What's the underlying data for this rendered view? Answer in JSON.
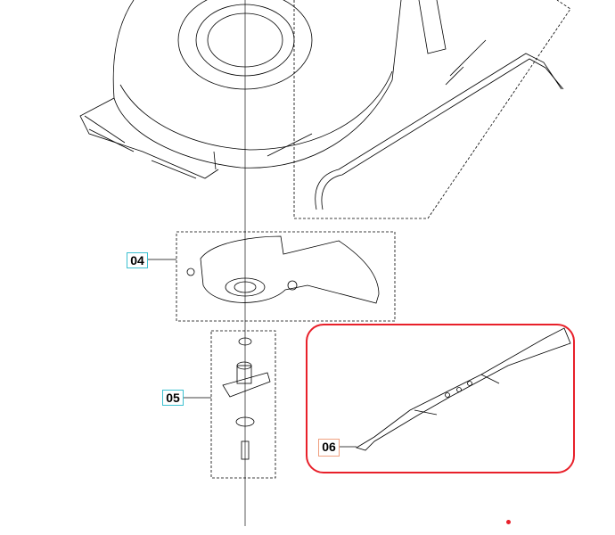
{
  "diagram": {
    "callouts": [
      {
        "label": "04",
        "part": "chute-cover"
      },
      {
        "label": "05",
        "part": "blade-adapter-set"
      },
      {
        "label": "06",
        "part": "blade"
      }
    ],
    "highlight_color": "#e8202a",
    "callout_border_color": "#3cc0d0",
    "selected_callout_border_color": "#f0a080"
  }
}
